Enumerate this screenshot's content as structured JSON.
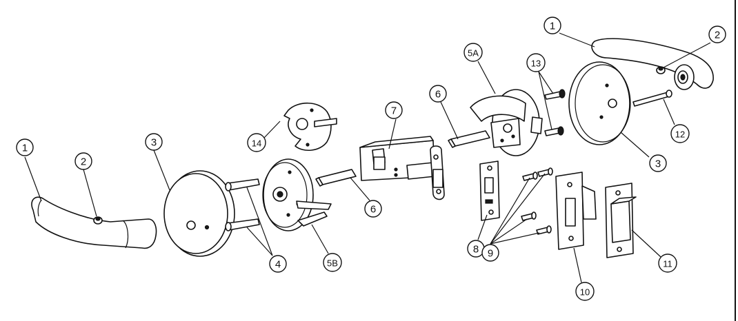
{
  "callouts": [
    {
      "id": "lever-left",
      "label": "1"
    },
    {
      "id": "setscrew-left",
      "label": "2"
    },
    {
      "id": "rose-left",
      "label": "3"
    },
    {
      "id": "mount-screws",
      "label": "4"
    },
    {
      "id": "chassis-outside",
      "label": "5B"
    },
    {
      "id": "spindle-left",
      "label": "6"
    },
    {
      "id": "latch",
      "label": "7"
    },
    {
      "id": "faceplate",
      "label": "8"
    },
    {
      "id": "screws-strike",
      "label": "9"
    },
    {
      "id": "strike",
      "label": "10"
    },
    {
      "id": "dust-box",
      "label": "11"
    },
    {
      "id": "turn-pin",
      "label": "12"
    },
    {
      "id": "chassis-screws",
      "label": "13"
    },
    {
      "id": "spacer-plate",
      "label": "14"
    },
    {
      "id": "chassis-inside",
      "label": "5A"
    },
    {
      "id": "spindle-right",
      "label": "6"
    },
    {
      "id": "lever-right",
      "label": "1"
    },
    {
      "id": "setscrew-right",
      "label": "2"
    },
    {
      "id": "rose-right",
      "label": "3"
    }
  ]
}
